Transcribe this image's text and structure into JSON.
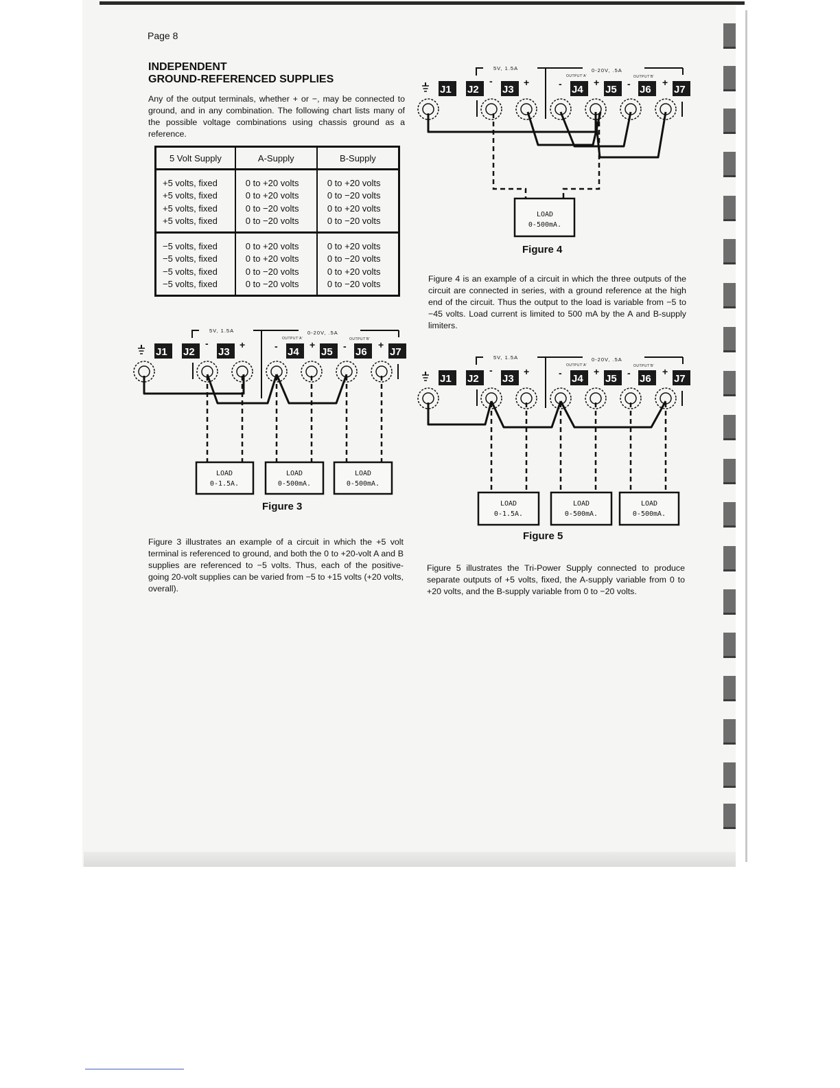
{
  "page_label": "Page 8",
  "section": {
    "title_line1": "INDEPENDENT",
    "title_line2": "GROUND-REFERENCED SUPPLIES",
    "intro": "Any of the output terminals, whether + or −, may be connected to ground, and in any combination. The following chart lists many of the possible voltage combinations using chassis ground as a reference."
  },
  "table": {
    "headers": [
      "5 Volt Supply",
      "A-Supply",
      "B-Supply"
    ],
    "rows": [
      [
        "+5 volts, fixed",
        "0 to +20 volts",
        "0 to +20 volts"
      ],
      [
        "+5 volts, fixed",
        "0 to +20 volts",
        "0 to −20 volts"
      ],
      [
        "+5 volts, fixed",
        "0 to −20 volts",
        "0 to +20 volts"
      ],
      [
        "+5 volts, fixed",
        "0 to −20 volts",
        "0 to −20 volts"
      ],
      [
        "−5 volts, fixed",
        "0 to +20 volts",
        "0 to +20 volts"
      ],
      [
        "−5 volts, fixed",
        "0 to +20 volts",
        "0 to −20 volts"
      ],
      [
        "−5 volts, fixed",
        "0 to −20 volts",
        "0 to +20 volts"
      ],
      [
        "−5 volts, fixed",
        "0 to −20 volts",
        "0 to −20 volts"
      ]
    ]
  },
  "diagram_labels": {
    "five_volt": "5V,  1.5A",
    "twenty_volt": "0-20V,  .5A",
    "output_a": "OUTPUT’A’",
    "output_b": "OUTPUT’B’",
    "minus": "-",
    "plus": "+",
    "jacks": [
      "J1",
      "J2",
      "J3",
      "J4",
      "J5",
      "J6",
      "J7"
    ]
  },
  "figure3": {
    "caption": "Figure 3",
    "loads": [
      {
        "line1": "LOAD",
        "line2": "0-1.5A."
      },
      {
        "line1": "LOAD",
        "line2": "0-500mA."
      },
      {
        "line1": "LOAD",
        "line2": "0-500mA."
      }
    ],
    "text": "Figure 3 illustrates an example of a circuit in which the +5 volt terminal is referenced to ground, and both the 0 to +20-volt A and B supplies are referenced to −5 volts. Thus, each of the positive-going 20-volt supplies can be varied from −5 to +15 volts (+20 volts, overall)."
  },
  "figure4": {
    "caption": "Figure 4",
    "loads": [
      {
        "line1": "LOAD",
        "line2": "0-500mA."
      }
    ],
    "text": "Figure 4 is an example of a circuit in which the three outputs of the circuit are connected in series, with a ground reference at the high end of the circuit. Thus the output to the load is variable from −5 to −45 volts. Load current is limited to 500 mA by the A and B-supply limiters."
  },
  "figure5": {
    "caption": "Figure 5",
    "loads": [
      {
        "line1": "LOAD",
        "line2": "0-1.5A."
      },
      {
        "line1": "LOAD",
        "line2": "0-500mA."
      },
      {
        "line1": "LOAD",
        "line2": "0-500mA."
      }
    ],
    "text": "Figure 5 illustrates the Tri-Power Supply connected to produce separate outputs of +5 volts, fixed, the A-supply variable from 0 to +20 volts, and the B-supply variable from 0 to −20 volts."
  }
}
